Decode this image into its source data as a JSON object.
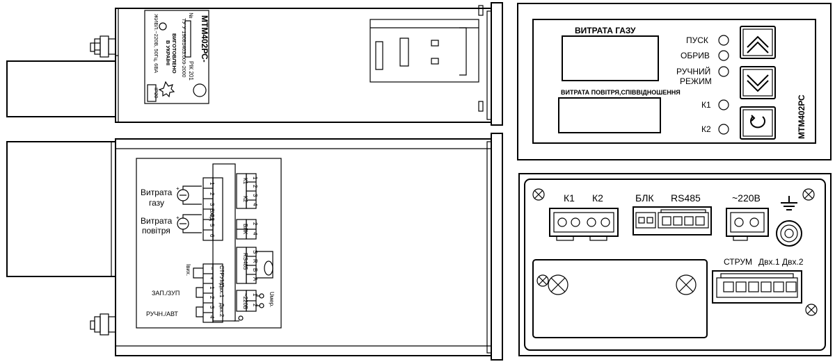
{
  "top_label": {
    "model": "МТМ402РС-",
    "number_label": "№",
    "year_label": "РІК 201",
    "spec": "ТУ У 19081403.009-2000",
    "made_line1": "ВИГОТОВЛЕНО",
    "made_line2": "В УКРАЇНІ",
    "power": "ЖИВЛ.~220В, 50Гц, 6ВА",
    "ip": "IP20"
  },
  "wiring": {
    "gas_l1": "Витрата",
    "gas_l2": "газу",
    "air_l1": "Витрата",
    "air_l2": "повітря",
    "input_label": "ВХІД",
    "k1": "К1",
    "k2": "К2",
    "blk": "БЛК",
    "rs485": "RS485",
    "s": "S",
    "r": "R",
    "b": "B",
    "a": "A",
    "strum": "СТРУМ",
    "dvh1": "Двх.1",
    "dvh2": "Двх.2",
    "iout": "Івих.",
    "zap": "ЗАП./ЗУП",
    "ruch": "РУЧН./АВТ",
    "v220": "~220В",
    "umer": "Uмер.",
    "pins_input": [
      "1",
      "2",
      "3",
      "4",
      "5",
      "6"
    ],
    "pins_k": [
      "1",
      "2",
      "3",
      "4"
    ],
    "pins_blk": [
      "2",
      "4",
      "1",
      "3"
    ],
    "pins_rs": [
      "S",
      "R",
      "B",
      "A"
    ],
    "pins_strum": [
      "–",
      "+",
      "1",
      "2",
      "3",
      "4"
    ],
    "pins_220": [
      "1",
      "2"
    ]
  },
  "front_panel": {
    "gas_flow_label": "ВИТРАТА ГАЗУ",
    "air_flow_label": "ВИТРАТА ПОВІТРЯ,СПІВВІДНОШЕННЯ",
    "ind_start": "ПУСК",
    "ind_break": "ОБРИВ",
    "ind_manual_l1": "РУЧНИЙ",
    "ind_manual_l2": "РЕЖИМ",
    "ind_k1": "К1",
    "ind_k2": "К2",
    "model": "МТМ402РС"
  },
  "rear_panel": {
    "k1": "К1",
    "k2": "К2",
    "blk": "БЛК",
    "rs485": "RS485",
    "v220": "~220В",
    "strum": "СТРУМ",
    "dvh1": "Двх.1",
    "dvh2": "Двх.2"
  }
}
